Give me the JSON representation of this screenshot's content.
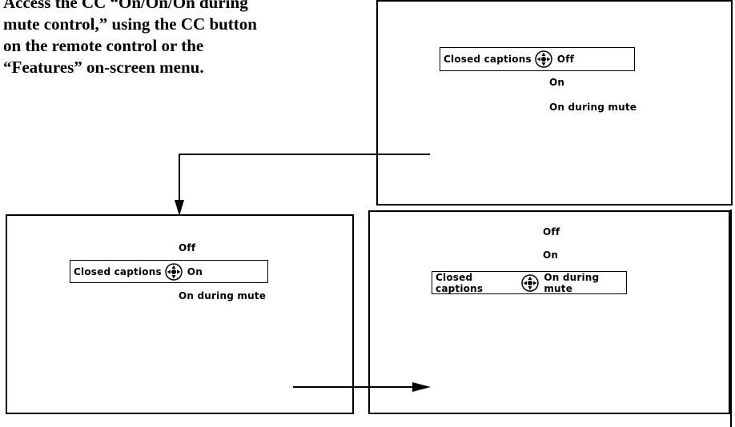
{
  "intro": {
    "lines": [
      "Access the CC “On/On/On during",
      "mute control,” using the CC button",
      "on the remote control or the",
      "“Features” on-screen menu."
    ]
  },
  "screens": [
    {
      "label": "Closed captions",
      "icon": "joystick-icon",
      "selected": "Off",
      "others": [
        "On",
        "On during mute"
      ]
    },
    {
      "label": "Closed captions",
      "icon": "joystick-icon",
      "above": "Off",
      "selected": "On",
      "below": "On during mute"
    },
    {
      "label": "Closed captions",
      "icon": "joystick-icon",
      "above": [
        "Off",
        "On"
      ],
      "selected": "On during mute"
    }
  ]
}
